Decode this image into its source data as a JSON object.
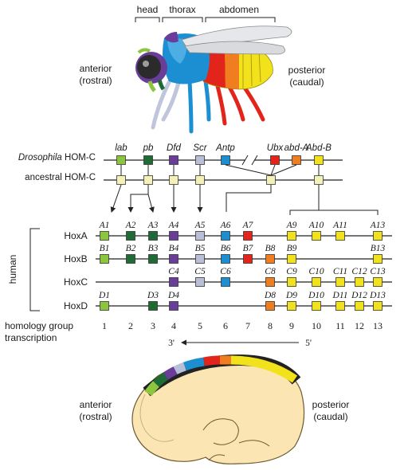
{
  "fly": {
    "segment_labels": {
      "head": "head",
      "thorax": "thorax",
      "abdomen": "abdomen"
    },
    "anterior": [
      "anterior",
      "(rostral)"
    ],
    "posterior": [
      "posterior",
      "(caudal)"
    ]
  },
  "complex_labels": {
    "drosophila_prefix": "Drosophila",
    "drosophila_suffix": " HOM-C",
    "ancestral": "ancestral HOM-C"
  },
  "fly_genes": [
    "lab",
    "pb",
    "Dfd",
    "Scr",
    "Antp",
    "Ubx",
    "abd-A",
    "Abd-B"
  ],
  "human_label": "human",
  "clusters": [
    {
      "name": "HoxA",
      "genes": [
        {
          "label": "A1",
          "group": 1
        },
        {
          "label": "A2",
          "group": 2
        },
        {
          "label": "A3",
          "group": 3
        },
        {
          "label": "A4",
          "group": 4
        },
        {
          "label": "A5",
          "group": 5
        },
        {
          "label": "A6",
          "group": 6
        },
        {
          "label": "A7",
          "group": 7
        },
        {
          "label": "A9",
          "group": 9
        },
        {
          "label": "A10",
          "group": 10
        },
        {
          "label": "A11",
          "group": 11
        },
        {
          "label": "A13",
          "group": 13
        }
      ]
    },
    {
      "name": "HoxB",
      "genes": [
        {
          "label": "B1",
          "group": 1
        },
        {
          "label": "B2",
          "group": 2
        },
        {
          "label": "B3",
          "group": 3
        },
        {
          "label": "B4",
          "group": 4
        },
        {
          "label": "B5",
          "group": 5
        },
        {
          "label": "B6",
          "group": 6
        },
        {
          "label": "B7",
          "group": 7
        },
        {
          "label": "B8",
          "group": 8
        },
        {
          "label": "B9",
          "group": 9
        },
        {
          "label": "B13",
          "group": 13
        }
      ]
    },
    {
      "name": "HoxC",
      "genes": [
        {
          "label": "C4",
          "group": 4
        },
        {
          "label": "C5",
          "group": 5
        },
        {
          "label": "C6",
          "group": 6
        },
        {
          "label": "C8",
          "group": 8
        },
        {
          "label": "C9",
          "group": 9
        },
        {
          "label": "C10",
          "group": 10
        },
        {
          "label": "C11",
          "group": 11
        },
        {
          "label": "C12",
          "group": 12
        },
        {
          "label": "C13",
          "group": 13
        }
      ]
    },
    {
      "name": "HoxD",
      "genes": [
        {
          "label": "D1",
          "group": 1
        },
        {
          "label": "D3",
          "group": 3
        },
        {
          "label": "D4",
          "group": 4
        },
        {
          "label": "D8",
          "group": 8
        },
        {
          "label": "D9",
          "group": 9
        },
        {
          "label": "D10",
          "group": 10
        },
        {
          "label": "D11",
          "group": 11
        },
        {
          "label": "D12",
          "group": 12
        },
        {
          "label": "D13",
          "group": 13
        }
      ]
    }
  ],
  "homology_label": "homology group",
  "homology_numbers": [
    "1",
    "2",
    "3",
    "4",
    "5",
    "6",
    "7",
    "8",
    "9",
    "10",
    "11",
    "12",
    "13"
  ],
  "transcription_label": "transcription",
  "transcription_ends": {
    "left": "3'",
    "right": "5'"
  },
  "embryo": {
    "anterior": [
      "anterior",
      "(rostral)"
    ],
    "posterior": [
      "posterior",
      "(caudal)"
    ]
  },
  "colors": {
    "g1": "#8cc63f",
    "g2": "#1e6b35",
    "g3": "#1e6b35",
    "g4": "#6a3d9a",
    "g5": "#b9bfd6",
    "g6": "#1b8fd2",
    "g7": "#e3241b",
    "g8": "#f07d20",
    "g9": "#f2e21b",
    "g10": "#f2e21b",
    "g11": "#f2e21b",
    "g12": "#f2e21b",
    "g13": "#f2e21b",
    "ancestral": "#f4f1b8",
    "embryo_skin": "#fbe6b3"
  }
}
